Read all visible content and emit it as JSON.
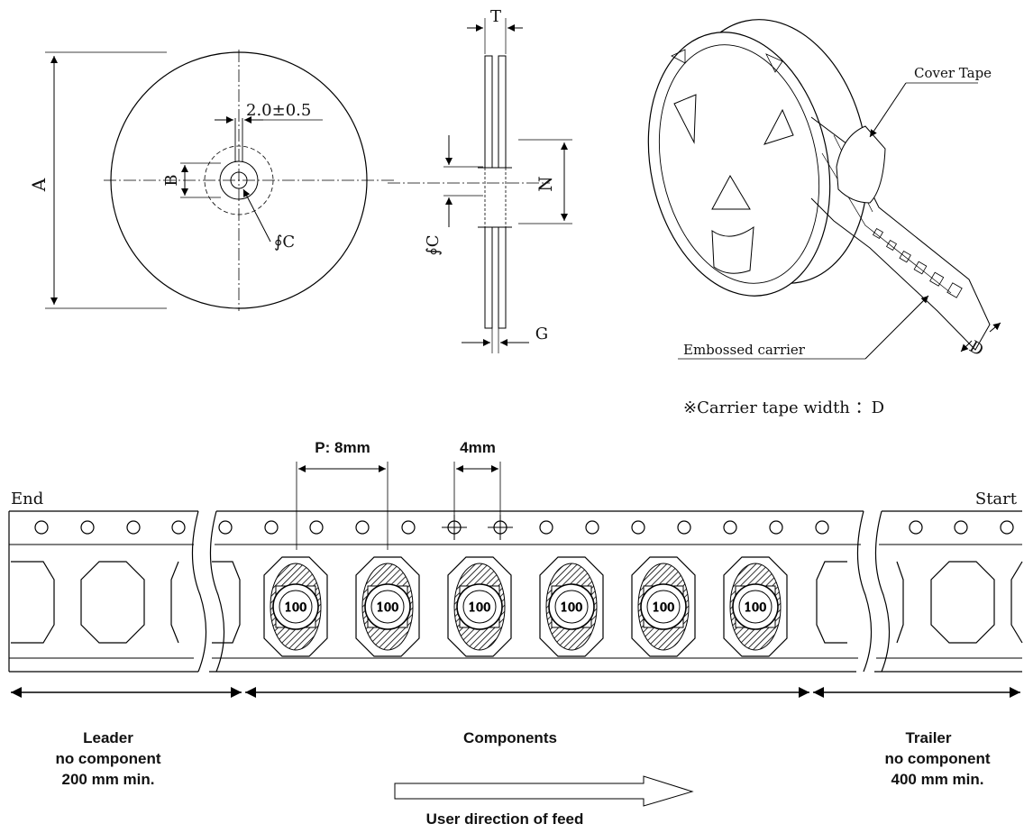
{
  "reel_front": {
    "dim_a": "A",
    "dim_b": "B",
    "dim_c": "∮C",
    "slot_width": "2.0±0.5"
  },
  "reel_side": {
    "dim_t": "T",
    "dim_n": "N",
    "dim_c": "∮C",
    "dim_g": "G"
  },
  "reel_3d": {
    "cover_tape": "Cover Tape",
    "embossed_carrier": "Embossed carrier",
    "dim_d": "D",
    "note": "※Carrier tape width ：D"
  },
  "tape": {
    "end_label": "End",
    "start_label": "Start",
    "pitch_label": "P: 8mm",
    "hole_pitch_label": "4mm",
    "component_marking": "100",
    "component_count": 6
  },
  "sections": {
    "leader": [
      "Leader",
      "no component",
      "200 mm min."
    ],
    "components": "Components",
    "trailer": [
      "Trailer",
      "no component",
      "400 mm min."
    ],
    "feed_direction": "User direction of feed"
  }
}
